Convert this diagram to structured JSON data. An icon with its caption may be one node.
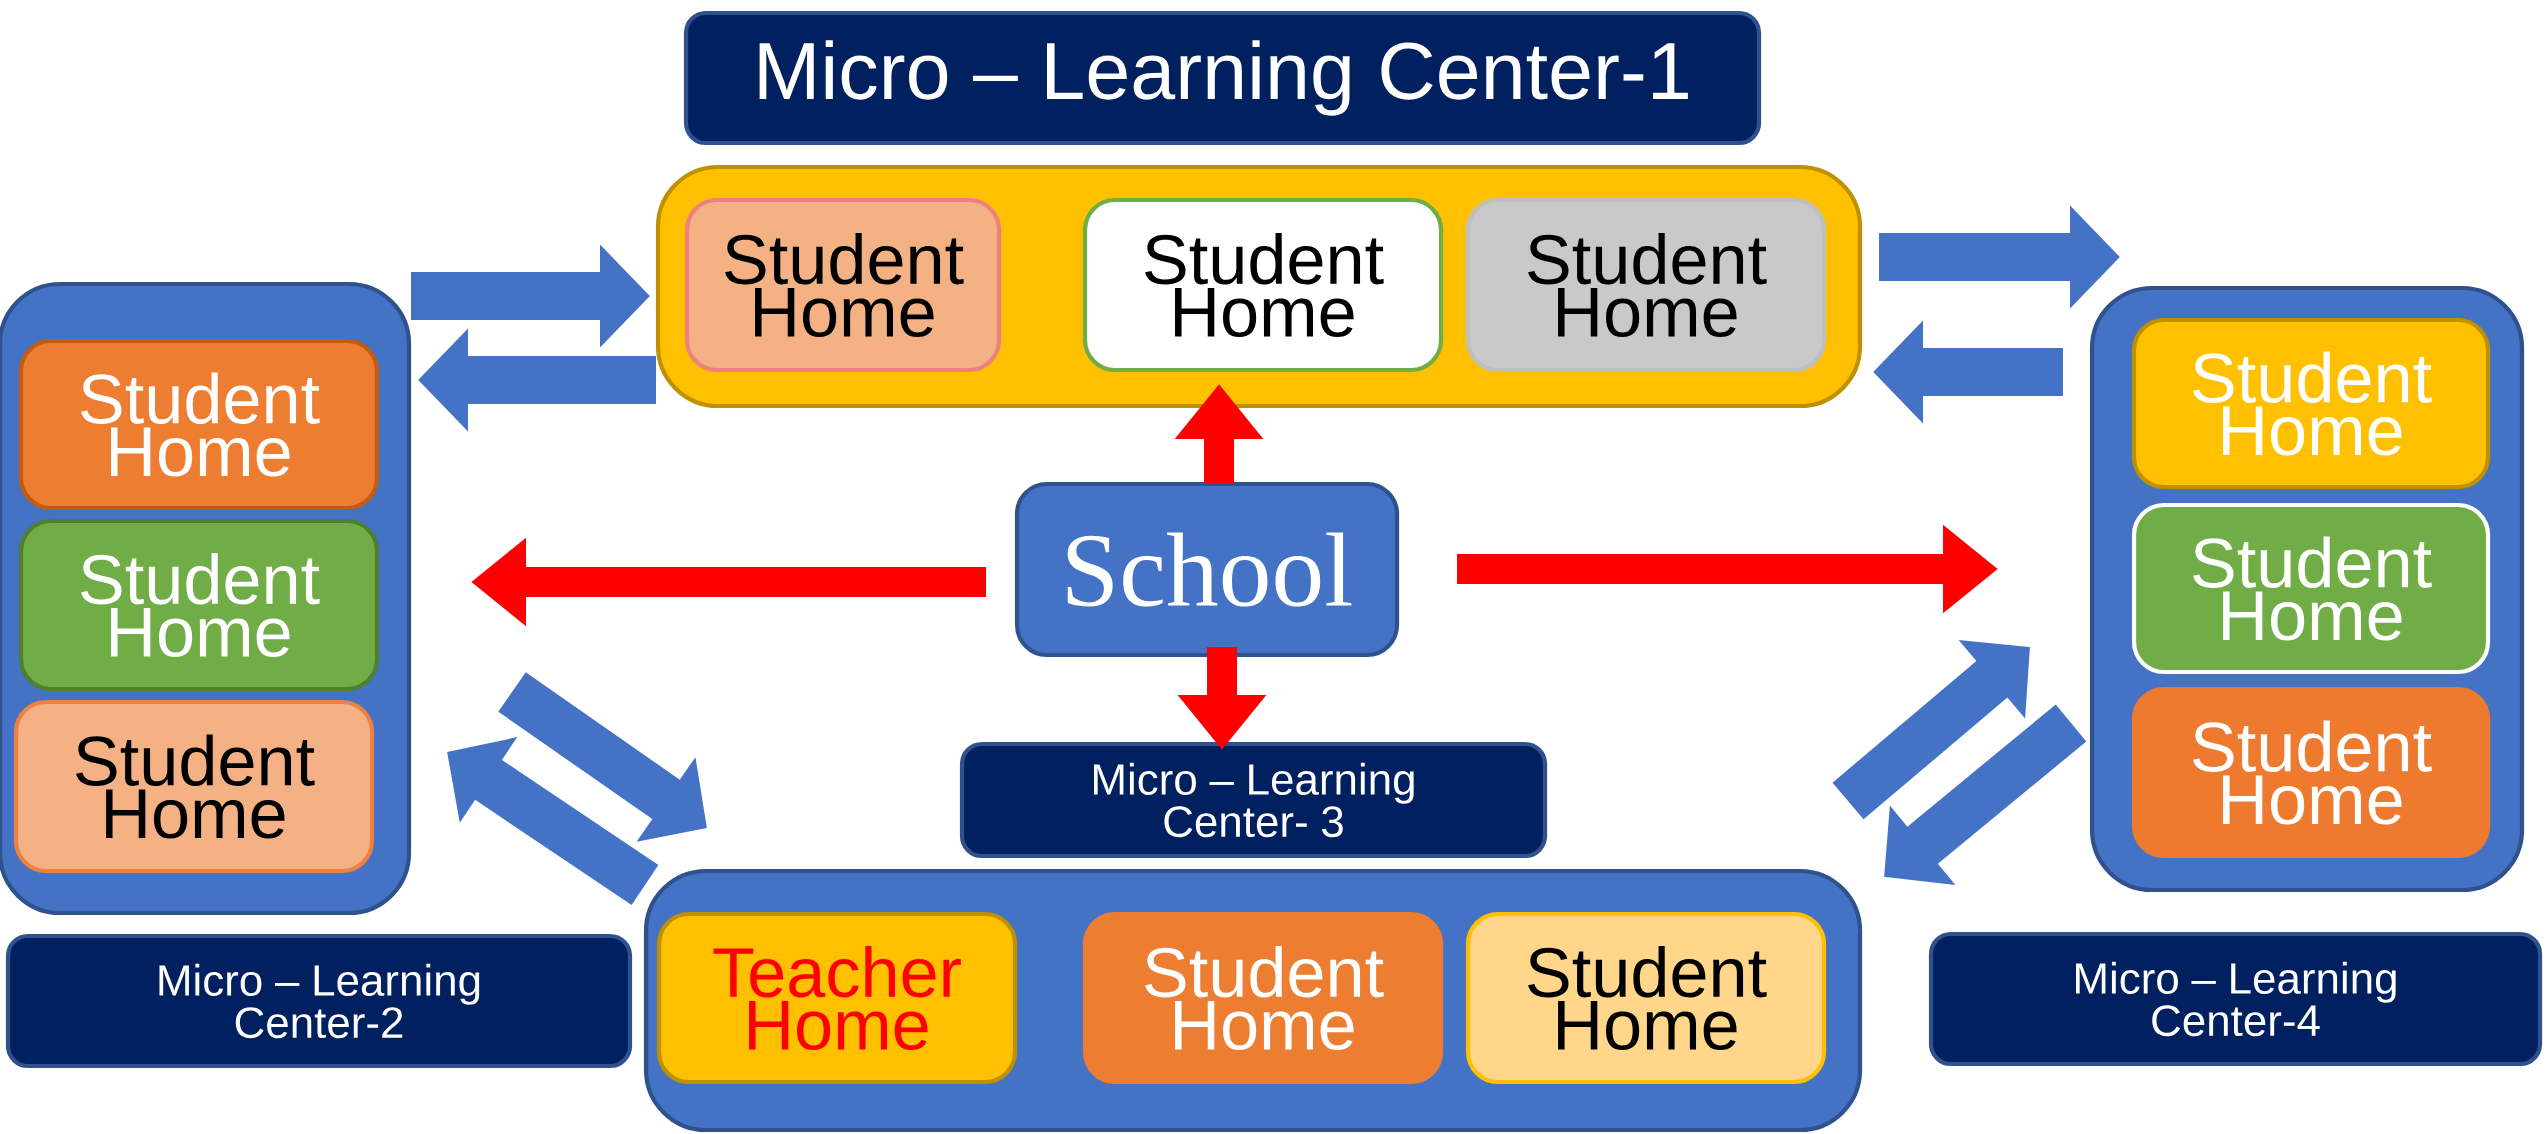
{
  "diagram": {
    "nodes": [
      {
        "text": [
          "Micro – Learning Center-1"
        ]
      },
      {
        "text": [],
        "shape": "box"
      },
      {
        "text": [
          "Student Home"
        ],
        "in": 1
      },
      {
        "text": [
          "Student Home"
        ],
        "in": 1
      },
      {
        "text": [
          "Student Home"
        ],
        "in": 1
      },
      {
        "text": [],
        "shape": "box"
      },
      {
        "text": [
          "Student Home"
        ],
        "in": 5
      },
      {
        "text": [
          "Student Home"
        ],
        "in": 5
      },
      {
        "text": [
          "Student Home"
        ],
        "in": 5
      },
      {
        "text": [
          "School"
        ]
      },
      {
        "text": [
          "Micro – Learning Center- 3"
        ]
      },
      {
        "text": [],
        "shape": "box"
      },
      {
        "text": [
          "Teacher Home"
        ],
        "in": 11
      },
      {
        "text": [
          "Student Home"
        ],
        "in": 11
      },
      {
        "text": [
          "Student Home"
        ],
        "in": 11
      },
      {
        "text": [],
        "shape": "box"
      },
      {
        "text": [
          "Student Home"
        ],
        "in": 15
      },
      {
        "text": [
          "Student Home"
        ],
        "in": 15
      },
      {
        "text": [
          "Student Home"
        ],
        "in": 15
      },
      {
        "text": [
          "Micro – Learning Center-2"
        ]
      },
      {
        "text": [
          "Micro – Learning Center-4"
        ]
      }
    ],
    "edges": [
      {
        "from": 5,
        "to": 1,
        "arrow": "to"
      },
      {
        "from": 1,
        "to": 5,
        "arrow": "to"
      },
      {
        "from": 1,
        "to": 15,
        "arrow": "to"
      },
      {
        "from": 15,
        "to": 1,
        "arrow": "to"
      },
      {
        "from": 5,
        "to": 11,
        "arrow": "to"
      },
      {
        "from": 11,
        "to": 5,
        "arrow": "to"
      },
      {
        "from": 15,
        "to": 11,
        "arrow": "to"
      },
      {
        "from": 11,
        "to": 15,
        "arrow": "to"
      },
      {
        "from": 9,
        "to": 1,
        "arrow": "to",
        "color": "#ff0000"
      },
      {
        "from": 9,
        "to": 5,
        "arrow": "to",
        "color": "#ff0000"
      },
      {
        "from": 9,
        "to": 15,
        "arrow": "to",
        "color": "#ff0000"
      },
      {
        "from": 9,
        "to": 10,
        "arrow": "to",
        "color": "#ff0000"
      }
    ]
  }
}
